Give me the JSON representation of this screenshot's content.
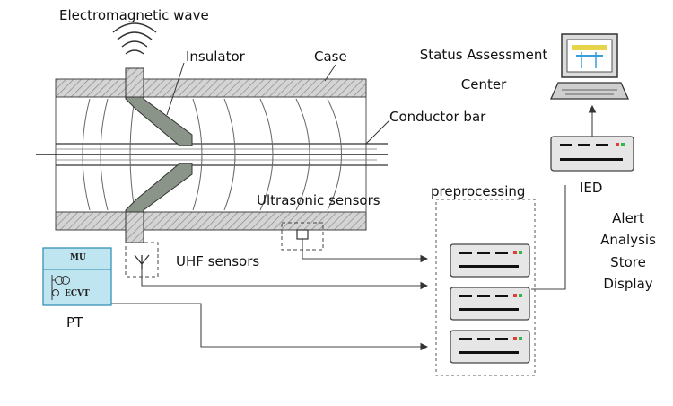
{
  "labels": {
    "electromagnetic_wave": "Electromagnetic wave",
    "insulator": "Insulator",
    "case": "Case",
    "conductor_bar": "Conductor bar",
    "ultrasonic_sensors": "Ultrasonic sensors",
    "uhf_sensors": "UHF sensors",
    "preprocessing": "preprocessing",
    "status_assessment_line1": "Status Assessment",
    "status_assessment_line2": "Center",
    "ied": "IED",
    "pt": "PT"
  },
  "ied_functions": [
    "Alert",
    "Analysis",
    "Store",
    "Display"
  ],
  "pt_unit": {
    "mu": "MU",
    "ecvt": "ECVT"
  },
  "colors": {
    "insulator": "#8a9488",
    "case_fill": "#cfcfcf",
    "mu_box": "#bfe6f0",
    "mu_border": "#2a8ab0",
    "led_red": "#e23b3b",
    "led_green": "#2fb84a"
  },
  "icons": {
    "computer": "monitor-icon",
    "device": "rack-device-icon",
    "sensor": "antenna-icon"
  }
}
